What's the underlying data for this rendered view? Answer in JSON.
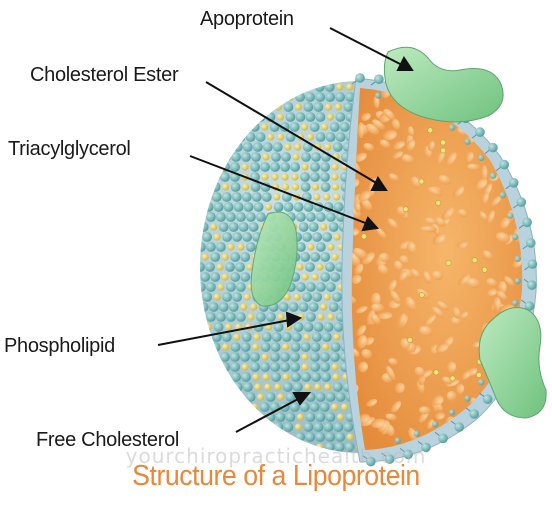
{
  "labels": {
    "apoprotein": "Apoprotein",
    "cholesterol_ester": "Cholesterol Ester",
    "triacylglycerol": "Triacylglycerol",
    "phospholipid": "Phospholipid",
    "free_cholesterol": "Free Cholesterol"
  },
  "title": "Structure of a Lipoprotein",
  "watermark": "yourchiropractichealth.com",
  "colors": {
    "head_teal": "#6fb3b3",
    "head_yellow": "#e7d76a",
    "core_orange": "#f0a050",
    "droplet_orange": "#f7b56a",
    "protein_green": "#8fd49a",
    "membrane_blue": "#a9c7d6",
    "title_orange": "#e8883a"
  }
}
